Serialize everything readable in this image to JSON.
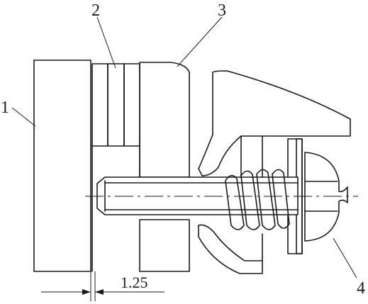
{
  "labels": {
    "part1": "1",
    "part2": "2",
    "part3": "3",
    "part4": "4"
  },
  "dimension": {
    "gap": "1.25"
  },
  "colors": {
    "ink": "#1a1a1a",
    "paper": "#ffffff"
  }
}
